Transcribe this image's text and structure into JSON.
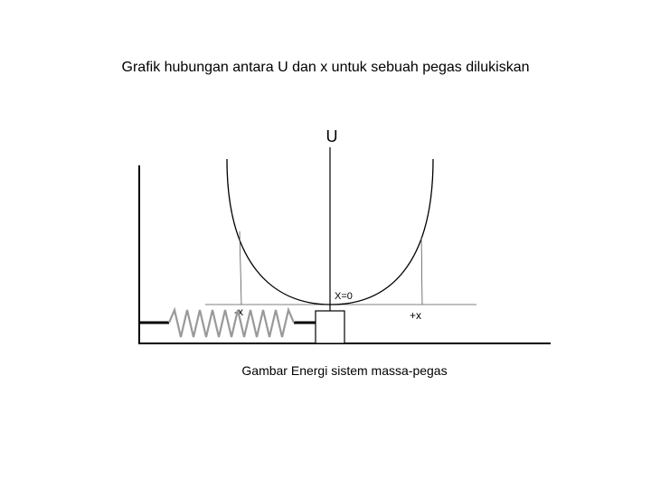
{
  "slide": {
    "title": "Grafik hubungan antara U dan x untuk sebuah pegas dilukiskan",
    "caption": "Gambar Energi sistem massa-pegas"
  },
  "diagram": {
    "u_axis_label": "U",
    "equilibrium_label": "X=0",
    "neg_x_label": "-x",
    "pos_x_label": "+x",
    "colors": {
      "line": "#000000",
      "thin_line": "#555555",
      "spring": "#999999"
    }
  }
}
